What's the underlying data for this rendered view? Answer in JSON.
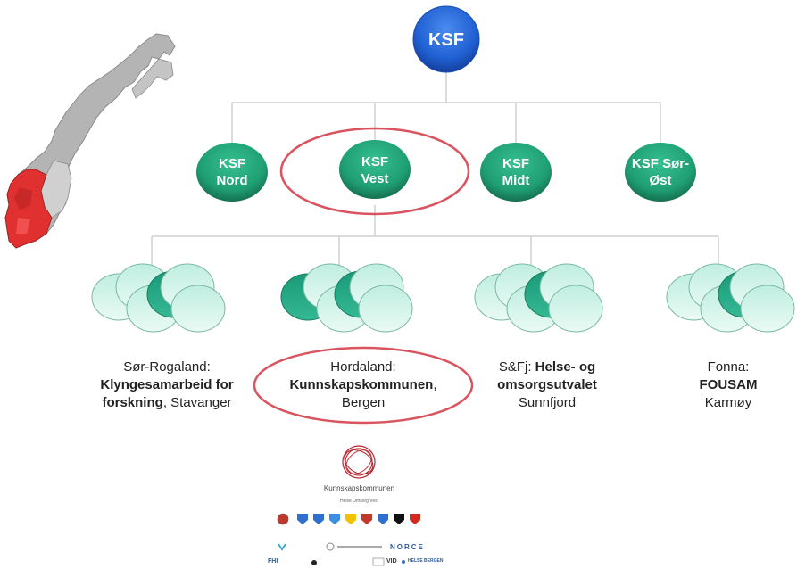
{
  "org_chart": {
    "top": "KSF",
    "regions": [
      {
        "line1": "KSF",
        "line2": "Nord"
      },
      {
        "line1": "KSF",
        "line2": "Vest"
      },
      {
        "line1": "KSF",
        "line2": "Midt"
      },
      {
        "line1": "KSF Sør-",
        "line2": "Øst"
      }
    ],
    "clusters": [
      {
        "lines": [
          [
            "Sør-Rogaland:"
          ],
          [
            "Klyngesamarbeid for"
          ],
          [
            "forskning",
            ", Stavanger"
          ]
        ]
      },
      {
        "lines": [
          [
            "Hordaland:"
          ],
          [
            "Kunnskapskommunen",
            ","
          ],
          [
            "Bergen"
          ]
        ]
      },
      {
        "lines": [
          [
            "S&Fj: ",
            "Helse- og"
          ],
          [
            "omsorgsutvalet"
          ],
          [
            "Sunnfjord"
          ]
        ]
      },
      {
        "lines": [
          [
            "Fonna:"
          ],
          [
            "FOUSAM"
          ],
          [
            "Karmøy"
          ]
        ]
      }
    ]
  },
  "footer": {
    "logo_title": "Kunnskapskommunen",
    "logo_subtitle": "Helse Omsorg Vest",
    "partners": [
      "FHI",
      "VID",
      "NORCE",
      "HELSE BERGEN"
    ]
  },
  "colors": {
    "top_node": "#1f5fd1",
    "region_node": "#1f9e74",
    "highlight": "#d9545e",
    "map_grey": "#b0b0b0",
    "map_red": "#e03030"
  }
}
